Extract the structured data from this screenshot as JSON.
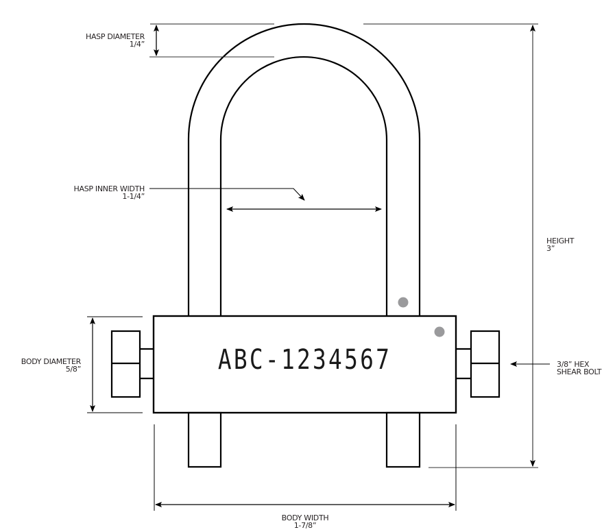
{
  "diagram": {
    "subject": "U-shackle lock with hex shear bolts",
    "colors": {
      "outline": "#000000",
      "dimension_line": "#6d6d6d",
      "marker_dot": "#9a9a9c",
      "text": "#231f20"
    },
    "body": {
      "engraving": "ABC-1234567"
    },
    "dimensions": {
      "hasp_diameter": {
        "title": "HASP DIAMETER",
        "value": "1/4”"
      },
      "hasp_inner_width": {
        "title": "HASP INNER WIDTH",
        "value": "1-1/4”"
      },
      "height": {
        "title": "HEIGHT",
        "value": "3”"
      },
      "body_diameter": {
        "title": "BODY DIAMETER",
        "value": "5/8”"
      },
      "hex_shear_bolt": {
        "title": "3/8” HEX",
        "value": "SHEAR BOLT"
      },
      "body_width": {
        "title": "BODY WIDTH",
        "value": "1-7/8”"
      }
    }
  }
}
